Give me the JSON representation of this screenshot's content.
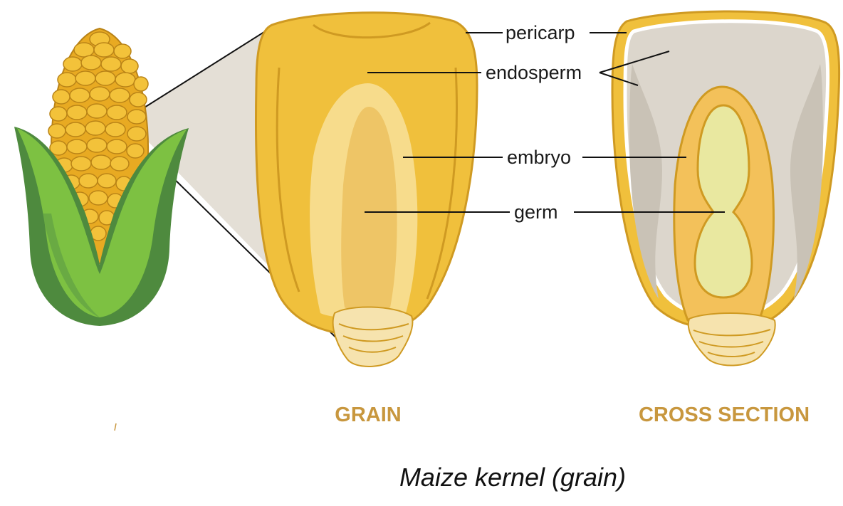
{
  "labels": {
    "pericarp": "pericarp",
    "endosperm": "endosperm",
    "embryo": "embryo",
    "germ": "germ"
  },
  "headings": {
    "grain": "GRAIN",
    "cross_section": "CROSS SECTION"
  },
  "caption": "Maize kernel (grain)",
  "colors": {
    "kernel_yellow": "#f0c03c",
    "kernel_outline": "#cf9a22",
    "embryo_light": "#f7dc8c",
    "germ_green": "#e9e8a0",
    "endosperm_grey": "#dcd6cc",
    "husk_light": "#7dc142",
    "husk_dark": "#4e8a3e",
    "heading_tan": "#c8973e"
  },
  "icons": [
    "corn-cob-icon",
    "husk-icon"
  ]
}
